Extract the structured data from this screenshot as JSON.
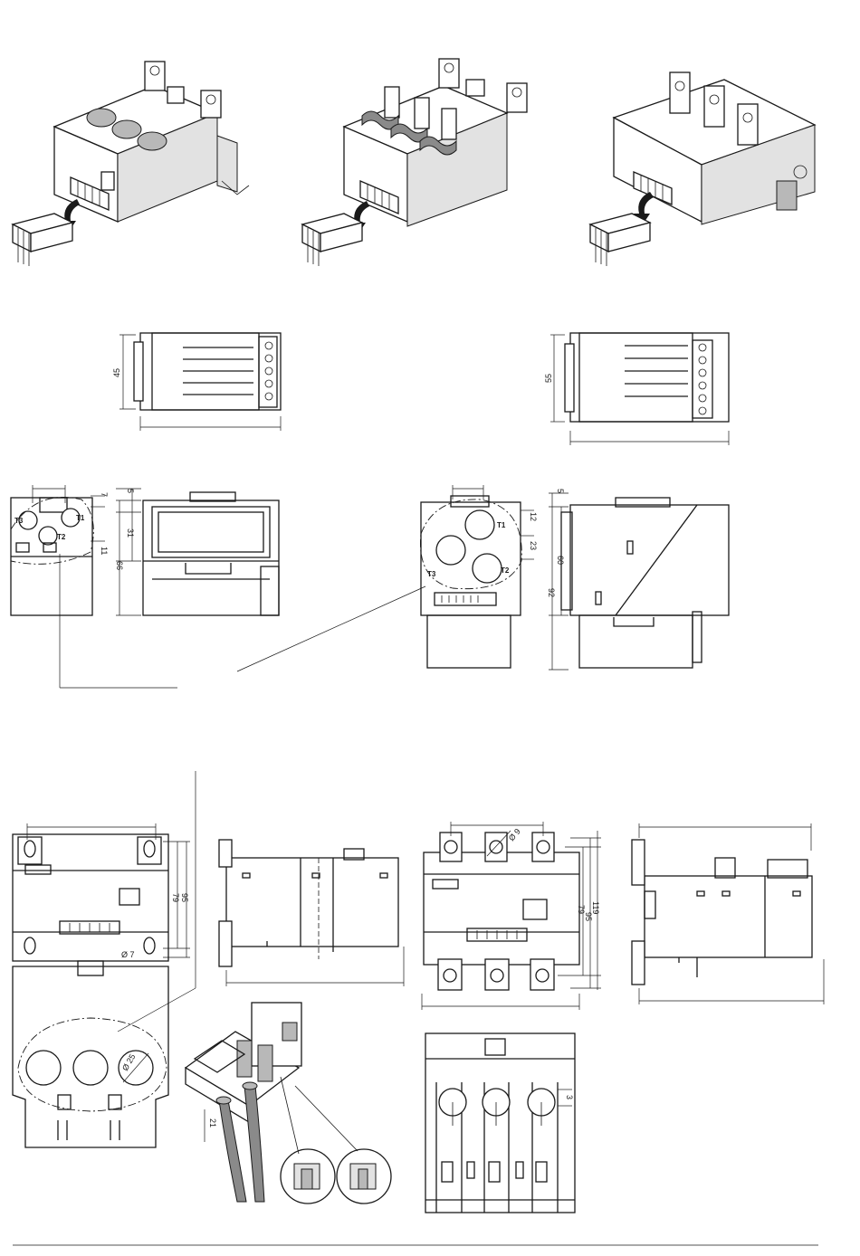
{
  "dimensions": {
    "view_a": {
      "height": "45"
    },
    "view_b": {
      "height": "55"
    },
    "view_c": {
      "top": "5",
      "right_top": "7",
      "mid": "31",
      "right_mid": "11",
      "total": "66"
    },
    "view_d": {
      "top": "5",
      "right_top": "12",
      "right_mid": "23",
      "mid": "60",
      "total": "92"
    },
    "view_e": {
      "hole": "Ø 7",
      "inner": "79",
      "outer": "95"
    },
    "view_f": {
      "hole": "Ø 9",
      "inner": "79",
      "mid": "95",
      "outer": "119"
    },
    "view_g": {
      "hole": "Ø 25"
    },
    "view_h": {
      "gap": "3"
    },
    "view_i": {
      "clearance": "21"
    }
  },
  "terminals": {
    "t1": "T1",
    "t2": "T2",
    "t3": "T3"
  }
}
